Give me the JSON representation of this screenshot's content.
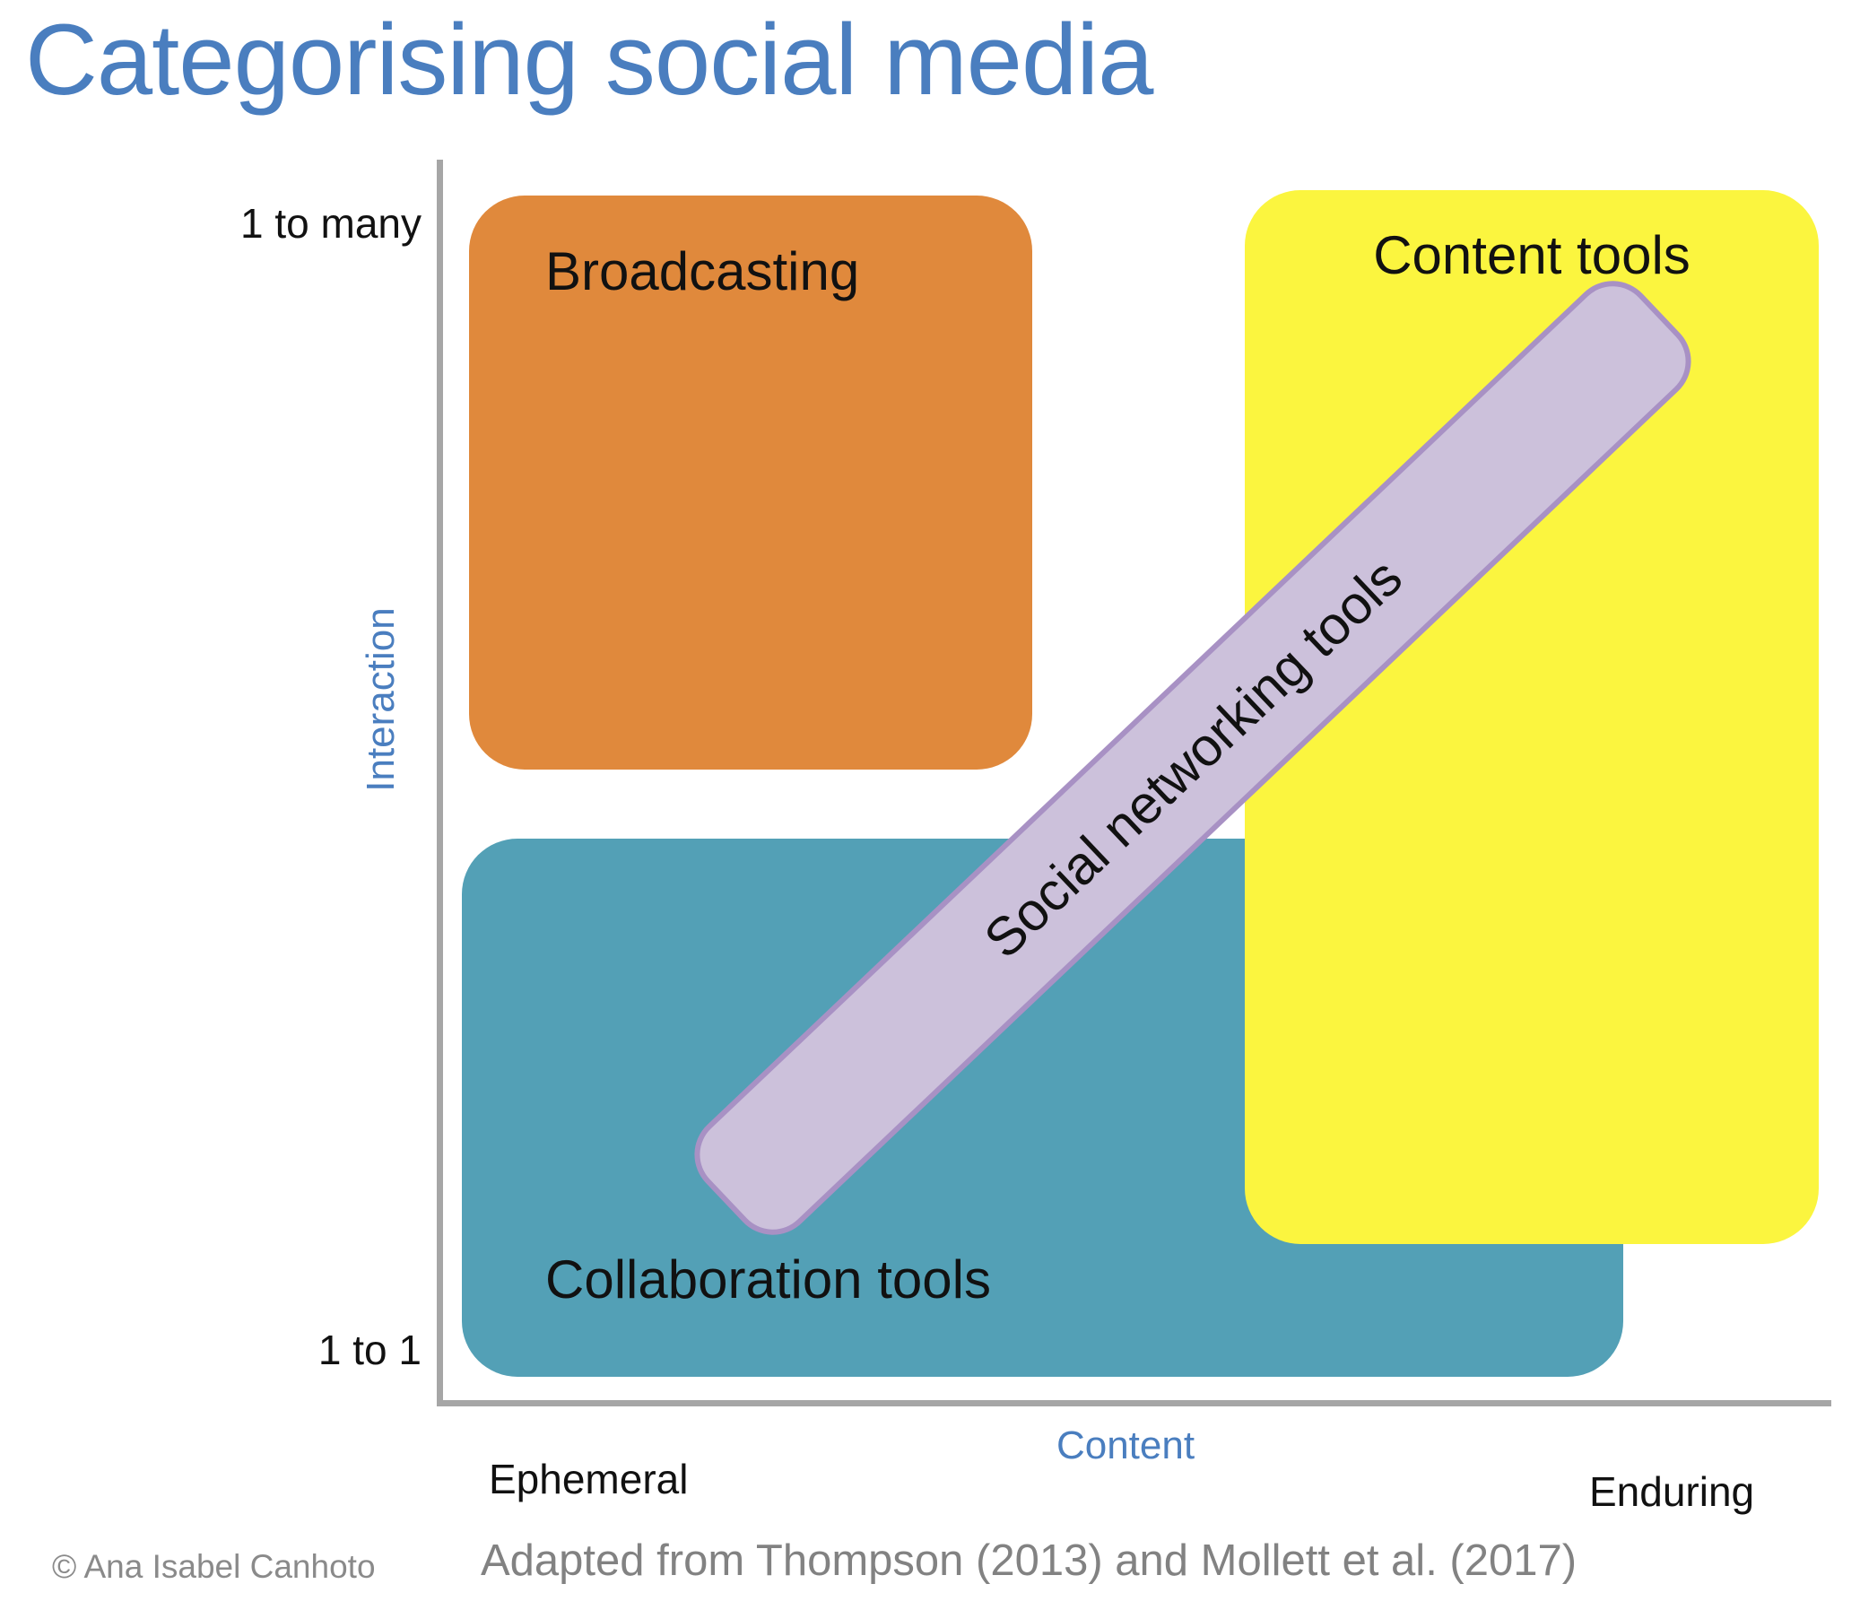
{
  "title": "Categorising social media",
  "axes": {
    "y_label": "Interaction",
    "y_top": "1 to many",
    "y_bottom": "1 to 1",
    "x_label": "Content",
    "x_left": "Ephemeral",
    "x_right": "Enduring"
  },
  "boxes": {
    "broadcasting": {
      "label": "Broadcasting",
      "color": "#E0893C"
    },
    "content_tools": {
      "label": "Content tools",
      "color": "#FBF53F"
    },
    "collaboration_tools": {
      "label": "Collaboration tools",
      "color": "#53A0B6"
    },
    "social_networking": {
      "label": "Social networking tools",
      "fill": "#CCC1DB",
      "border": "#A891C4"
    }
  },
  "footer": {
    "copyright": "© Ana Isabel Canhoto",
    "attribution": "Adapted from Thompson (2013) and Mollett et al. (2017)"
  },
  "colors": {
    "title": "#4A7EBF",
    "axis_label": "#4A7EBF",
    "axis_line": "#A6A6A6",
    "copyright": "#8A8A8A",
    "attribution": "#828282"
  }
}
